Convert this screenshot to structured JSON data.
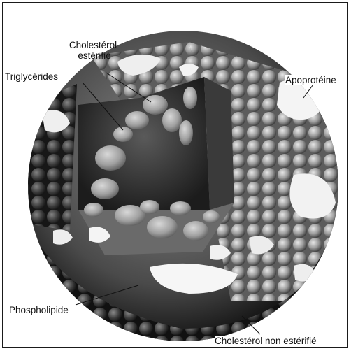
{
  "labels": {
    "cholesterol_esterified_line1": "Cholestérol",
    "cholesterol_esterified_line2": "estérifié",
    "triglycerides": "Triglycérides",
    "apoprotein": "Apoprotéine",
    "phospholipid": "Phospholipide",
    "cholesterol_non_esterified": "Cholestérol non estérifié"
  }
}
